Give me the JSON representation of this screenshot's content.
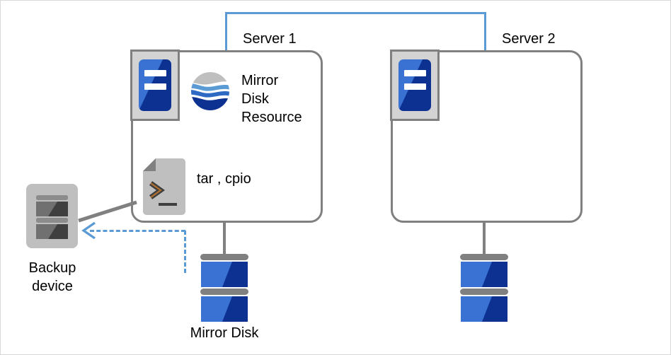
{
  "diagram": {
    "title_nodes": {
      "server1": "Server 1",
      "server2": "Server 2"
    },
    "server1": {
      "label": "Server 1",
      "icons": [
        {
          "name": "server-chassis-icon",
          "semantic": "server-icon"
        },
        {
          "name": "mirror-disk-resource-icon",
          "semantic": "globe-icon"
        },
        {
          "name": "script-terminal-icon",
          "semantic": "terminal-icon"
        }
      ],
      "resource_label": "Mirror\nDisk\nResource",
      "command_label": "tar , cpio"
    },
    "server2": {
      "label": "Server 2",
      "icons": [
        {
          "name": "server-chassis-icon",
          "semantic": "server-icon"
        }
      ]
    },
    "backup_device": {
      "label": "Backup\ndevice",
      "icon": "backup-device-icon"
    },
    "mirror_disk": {
      "label": "Mirror Disk",
      "icon": "disk-stack-icon"
    },
    "connections": [
      {
        "name": "cluster-bracket",
        "from": "Server 1",
        "to": "Server 2",
        "style": "solid",
        "color": "#5b9bd5"
      },
      {
        "name": "server1-to-mirror-disk",
        "style": "solid",
        "color": "#808080"
      },
      {
        "name": "server2-to-mirror-disk",
        "style": "solid",
        "color": "#808080"
      },
      {
        "name": "backup-device-to-server1",
        "style": "solid",
        "color": "#808080"
      },
      {
        "name": "mirror-disk-to-backup-device",
        "style": "dashed",
        "color": "#5b9bd5",
        "direction": "left"
      }
    ],
    "colors": {
      "cluster_line": "#5b9bd5",
      "box_outline": "#808080",
      "disk_light": "#3a72d4",
      "disk_dark": "#0c3191",
      "disk_cap": "#808080",
      "icon_gray": "#bfbfbf",
      "backup_dark": "#3f3f3f",
      "backup_mid": "#707070",
      "page_border": "#d9d9d9"
    }
  }
}
